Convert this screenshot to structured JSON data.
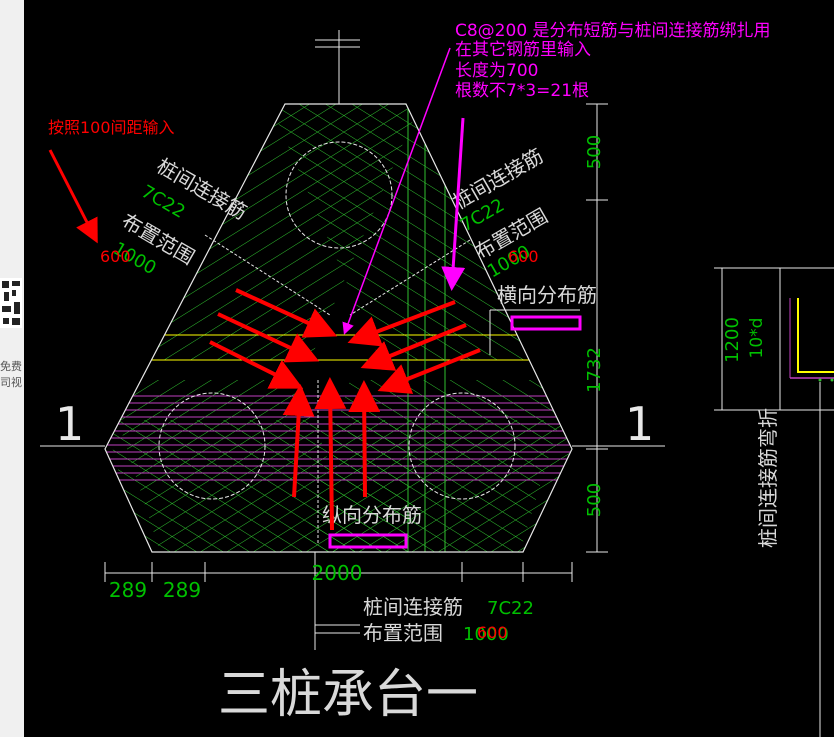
{
  "colors": {
    "background": "#000000",
    "annotation_magenta": "#ff00ff",
    "annotation_red": "#ff0000",
    "label_white": "#d9d9d9",
    "dim_green": "#00c000",
    "rebar_green": "#33cc33",
    "rebar_magenta": "#c040c0",
    "outline": "#e8e8e8",
    "yellow": "#ffff00"
  },
  "side_panel": {
    "line1": "免费",
    "line2": "司视"
  },
  "note_magenta": {
    "line1": "C8@200 是分布短筋与桩间连接筋绑扎用",
    "line2": "在其它钢筋里输入",
    "line3": "长度为700",
    "line4": "根数不7*3=21根"
  },
  "note_red": "按照100间距输入",
  "left_group": {
    "label1": "桩间连接筋",
    "label2": "布置范围",
    "rebar": "7C22",
    "red_value": "600",
    "green_value": "1000"
  },
  "right_group": {
    "label1": "桩间连接筋",
    "label2": "布置范围",
    "rebar": "7C22",
    "red_value": "600",
    "green_value": "1000"
  },
  "horizontal_label": "横向分布筋",
  "vertical_label": "纵向分布筋",
  "bottom_group": {
    "label1": "桩间连接筋",
    "label2": "布置范围",
    "rebar": "7C22",
    "red_value": "600",
    "green_value": "1000"
  },
  "dimensions": {
    "top": "500",
    "middle": "1732",
    "bottom": "500",
    "width": "2000",
    "left_a": "289",
    "left_b": "289",
    "detail_height": "1200",
    "detail_length": "10*d"
  },
  "section_mark": "1",
  "title": "三桩承台一",
  "detail_label": "桩间连接筋弯折"
}
